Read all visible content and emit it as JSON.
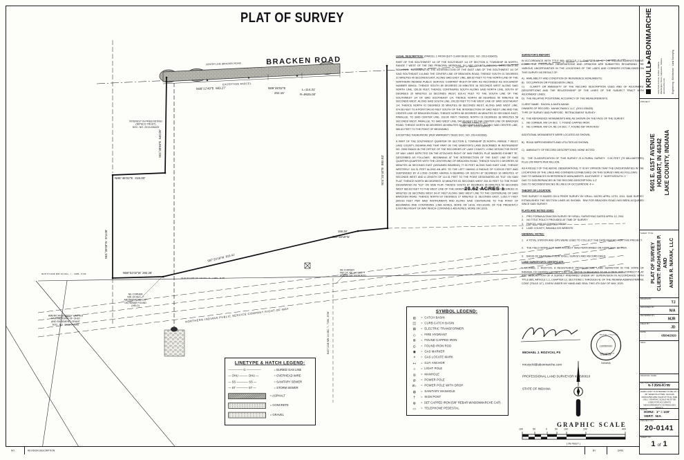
{
  "main_title": "PLAT OF SURVEY",
  "drawing": {
    "road_name": "BRACKEN ROAD",
    "centerline_note": "CENTER LINE (BRACKEN ROAD)",
    "exception_parcel": "EXCEPTION PARCEL",
    "dim_road_west": "N88°12'49\"E  683.27'",
    "dim_road_mid_1": "N89°46'02\"E",
    "dim_road_mid_2": "202.15'",
    "dim_road_curve_1": "L=114.31'",
    "dim_road_curve_2": "R=9925.00'",
    "dim_east_line": "S01°31'40\"E  880.82'",
    "dim_jog_1": "S89°28'18\"W",
    "dim_jog_2": "159.28'",
    "dim_nipsco": "S87°20'18\"W  819.41'",
    "dim_notch_east": "N88°46'02\"E  318.00'",
    "dim_notch_north": "S01°38'58\"E  540.00'",
    "dim_west_line": "N01°35'08\"W  974.08'",
    "dim_south_line": "N88°51'02\"W  292.26'",
    "acreage": "28.62 ACRES ±",
    "owner_note": "NAYAK FAMILY, LLC\nDOC. NO. 2013-036425",
    "interest_note": "INTEREST IN PREEXISTING\n(NIPSCO TRUST)\nDOC. NO. 2013-036425",
    "nipsco_label": "NORTHERN INDIANA PUBLIC SERVICE COMPANY RIGHT-OF-WAY",
    "north_line_label": "NORTH LINE NW 1/4 SEC. 7 - T35N - R7W",
    "south_line_label": "SOUTH LINE SE 1/4 SEC. 6 - T35N - R7W",
    "east_line_label": "EAST LINE NW 1/4 SEC. 7 - T35N - R7W",
    "corner_note_1": "NE CORNER\nNW 1/4 SEC. 7\nABONMARCHE CAP\nON REBAR FOUND\n(HELD)",
    "corner_note_2": "NE CORNER\nNW 1/4, NE 1/4 SEC. 7\nFOUND 5/8\" IRON ROD",
    "easement_note": "AMERICAN ENERGY LIMITED\nPARTNERSHIP OF OHIO\nAND EASEMENT GRANT\nDOC. NO. 2013-044265"
  },
  "legal": {
    "heading": "LEGAL DESCRIPTION:",
    "heading_suffix": "(PARCEL 1 FROM QUIT CLAIM DEED DOC. NO. 2013-036425)",
    "p1": "PART OF THE SOUTHWEST 1/4 OF THE SOUTHEAST 1/4 OF SECTION 6, TOWNSHIP 35 NORTH, RANGE 7 WEST OF THE 2ND PRINCIPAL MERIDIAN, IN LAKE COUNTY, INDIANA, DESCRIBED AS FOLLOWS:  BEGINNING AT THE INTERSECTION OF THE EAST LINE OF THE SOUTHWEST 1/4 OF SAID SOUTHEAST 1/4 AND THE CENTER LINE OF BRACKEN ROAD; THENCE SOUTH 01 DEGREES 31 MINUTES 40 SECONDS EAST, ALONG SAID EAST LINE, 880.82 FEET TO THE NORTH LINE OF THE NORTHERN INDIANA PUBLIC SERVICE COMPANY RIGHT-OF-WAY AS RECORDED AS DOCUMENT NUMBER 659411; THENCE SOUTH 89 DEGREES 28 MINUTES 18 SECONDS WEST ALONG SAID NORTH LINE, 159.28 FEET; THENCE CONTINUING SOUTH ALONG SAID NORTH LINE, SOUTH 87 DEGREES 20 MINUTES 18 SECONDS WEST, 819.41 FEET TO THE SOUTH LINE OF THE SOUTHWEST 1/4 OF SAID SOUTHEAST 1/4; THENCE NORTH 88 DEGREES 50 MINUTES 08 SECONDS WEST, ALONG SAID SOUTH LINE, 293.26 FEET TO THE WEST LINE OF SAID SOUTHEAST 1/4; THENCE NORTH 01 DEGREES 35 MINUTES 08 SECONDS WEST, ALONG SAID WEST LINE, 974.08 FEET TO A POINT 540.00 FEET SOUTH OF THE INTERSECTION OF SAID WEST LINE AND THE CENTER LINE OF BRACKEN ROAD; THENCE NORTH 88 DEGREES 46 MINUTES 02 SECONDS EAST, PARALLEL TO SAID CENTER LINE, 318.00 FEET; THENCE NORTH 01 DEGREES 38 MINUTES 58 SECONDS WEST, PARALLEL TO SAID WEST LINE, 540.00 FEET TO THE CENTER LINE OF BRACKEN ROAD; THENCE NORTH 88 DEGREES 48 MINUTES 02 SECONDS EAST, ALONG SAID CENTER LINE, 980.63 FEET TO THE POINT OF BEGINNING.",
    "p2_intro": "EXCEPTING THEREFROM: (PER WARRANTY DEED DOC. NO. 2014-043396)",
    "p2": "A PART OF THE SOUTHWEST QUARTER OF SECTION 6, TOWNSHIP 35 NORTH, RANGE 7 WEST, LAKE COUNTY, INDIANA AND THAT PART OF THE GRANTOR'S LAND DESCRIBED IN INSTRUMENT NO. 2005 036425 IN THE OFFICE OF THE RECORDER OF LAKE COUNTY, LYING WITHIN THE RIGHT OF WAY LINES DEPICTED ON THE ATTACHED RIGHT OF WAY PARCEL PLAT MARKED EXHIBIT \"B\", DESCRIBED AS FOLLOWS:  BEGINNING AT THE INTERSECTION OF THE EAST LINE OF SAID QUARTER-QUARTER WITH THE CENTERLINE OF BRACKEN ROAD; THENCE SOUTH 0 DEGREES 52 MINUTES 48 SECONDS EAST (ASSUMED BEARING) 77.93 FEET ALONG SAID EAST LINE; THENCE WESTERLY 114.31 FEET ALONG AN ARC TO THE LEFT HAVING A RADIUS OF 9,925.00 FEET AND SUBTENDED BY A LONG CHORD HAVING A BEARING OF SOUTH 87 DEGREES 36 MINUTES 47 SECONDS WEST AND A LENGTH OF 114.31 FEET TO THE POINT DESIGNATED AS \"913\" ON SAID PLAT; THENCE NORTH 88 DEGREES 32 MINUTES 53 SECONDS WEST 202.15 FEET TO THE POINT DESIGNATED AS \"912\" ON SAID PLAT; THENCE SOUTH 87 DEGREES 36 MINUTES 59 SECONDS WEST 683.63 FEET TO THE WEST LINE OF THE GRANTOR'S LAND; THENCE NORTH 0 DEGREES 31 MINUTES 28 SECONDS WEST 64.47 FEET ALONG SAID WEST LINE TO THE CENTERLINE OF SAID BRACKEN ROAD; THENCE NORTH 87 DEGREES 27 MINUTES 11 SECONDS EAST, 1,062.77 FEET (999.83 FEET PER SAID INSTRUMENT) AND ALONG SAID CENTERLINE TO THE POINT OF BEGINNING AND CONTAINING 1.586 ACRES, MORE OR LESS, INCLUSIVE OF THE PRESENTLY EXISTING RIGHT OF WAY WHICH CONTAINS 0.469 ACRES, MORE OR LESS."
  },
  "report": {
    "heading": "SURVEYOR'S REPORT:",
    "intro": "IN ACCORDANCE WITH TITLE 865, ARTICLE 1.1, CHAPTER 12, OF THE INDIANA ADMINISTRATIVE CODE, THE FOLLOWING OBSERVATIONS AND OPINIONS ARE SUBMITTED REGARDING THE VARIOUS UNCERTAINTIES IN THE LOCATIONS OF THE LINES AND CORNERS ESTABLISHED ON THIS SURVEY AS RESULT OF:",
    "items": "A)   AVAILABILITY AND CONDITION OF REFERENCE MONUMENTS;\nB)   OCCUPATION OR POSSESSION LINES;\nC)   CLARITY OR AMBIGUITY OF THE RECORD DESCRIPTION USED AND OF ADJOINERS' DESCRIPTIONS AND THE RELATIONSHIP OF THE LINES OF THE SUBJECT TRACT WITH ADJOINERS' LINES;\nD)   THE RELATIVE POSITIONAL ACCURACY OF THE MEASUREMENTS.",
    "client": "CLIENT NAME:  RAGHU & ANITA NAYAK\nOWNERS OF RECORD:  NAYAK FAMILY, LLC  (2013-036425)\nTYPE OF SURVEY AND PURPOSE:  RETRACEMENT SURVEY",
    "findings": "A)   THE REFERENCE MONUMENTS ARE AS SHOWN ON THE FACE OF THE SURVEY.\n1.    NE CORNER, NW 1/4 SEC. 7, FOUND CAPPED IRON\n2.    NE CORNER, NW 1/4, NE 1/4 SEC. 7, FOUND 5/8\" IRON ROD\n\nADDITIONAL MONUMENTS WERE LOCATED AS SHOWN.\n\nB)   ROAD IMPROVEMENTS AND UTILITIES AS SHOWN.\n\nC)   AMBIGUITY OF RECORD DESCRIPTIONS: NONE NOTED\n\nD)   THE CLASSIFICATION OF THIS SURVEY IS A RURAL SURVEY:  0.26 FEET (79 MILLIMETERS) PLUS 200 PARTS PER MILLION.",
    "opinion": "AS A RESULT OF THE ABOVE OBSERVATIONS, IT IS MY OPINION THAT THE UNCERTAINTIES IN THE LOCATIONS OF THE LINES AND CORNERS ESTABLISHED ON THIS SURVEY ARE AS FOLLOWS:\nDUE TO VARIANCES IN REFERENCE MONUMENTS: EAST/WEST: 1'  NORTH/SOUTH: 1'\nDUE TO DISCREPANCIES IN THE RECORD DESCRIPTION: 0.2'\nDUE TO INCONSISTENCIES IN LINES OF OCCUPATION: 4'+/-",
    "theory_heading": "THEORY OF LOCATION:",
    "theory": "THIS SURVEY IS BASED ON A PRIOR SURVEY BY KRULL DATED APRIL 12TH, 2011. SAID SURVEY ESTABLISHED THE SECTION LINES AS SHOWN.  R/W FOR BRACKEN ROAD HAS BEEN ACQUIRED SINCE SAID SURVEY.",
    "plats_heading": "PLATS AND NOTES USED:",
    "plats": "1.    PRO FORMA ALTA/ACSM SURVEY BY KRULL SURVEYING DATED APRIL 12, 2011\n2.    NO TITLE POLICY PROVIDED AT TIME OF SURVEY\n3.    PARCEL AND ADJOINING DEEDS\n4.    LAKE COUNTY, INDIANA GIS WEBSITE",
    "notes_heading": "GENERAL NOTES:",
    "notes": "1.    A TOTAL STATION AND GPS WERE USED TO COLLECT THE DATA NEEDED FOR THIS PROJECT.\n\n2.    THE FIELD WORK FOR THIS PROJECT WAS PERFORMED ON FEBRUARY 10, 2020.\n\n3.    BASIS OF BEARING: PRIOR KRULL SURVEY AND RECORD DEED.",
    "cert_heading": "LAND SURVEYOR'S CERTIFICATE:",
    "cert": "I, MICHAEL J. ROZYCKI, A REGISTERED PROFESSIONAL LAND SURVEYOR IN THE STATE OF INDIANA, DO HEREBY CERTIFY THAT THE ABOVE IS BELIEVED TO BE A TRUE AND CORRECT PLAT AND DESCRIPTION OF A SURVEY PREPARED UNDER MY SUPERVISION IN ACCORDANCE WITH TITLE 865, ARTICLE 1.1, CHAPTER 12, SECTIONS 1 THROUGH 41 OF THE INDIANA ADMINISTRATIVE CODE (\"RULE 12\"), GIVEN UNDER MY HAND AND SEAL THIS 4TH DAY OF MAY, 2020."
  },
  "signature": {
    "name": "MICHAEL J. ROZYCKI, PS",
    "email": "mrozycki@abonmarche.com",
    "license": "PROFESSIONAL LAND SURVEYOR #20500010",
    "state": "STATE OF INDIANA",
    "seal_line1": "MICHAEL J. ROZYCKI",
    "seal_line2": "LS20500010",
    "seal_line3": "STATE OF",
    "seal_line4": "INDIANA",
    "seal_line5": "LAND SURVEYOR"
  },
  "symbol_legend": {
    "title": "SYMBOL LEGEND:",
    "items": [
      {
        "glyph": "⊞",
        "label": "=  CATCH BASIN"
      },
      {
        "glyph": "◫",
        "label": "=  CURB CATCH BASIN"
      },
      {
        "glyph": "⊠",
        "label": "=  ELECTRIC TRANSFORMER"
      },
      {
        "glyph": "◇",
        "label": "=  FIRE HYDRANT"
      },
      {
        "glyph": "⊕",
        "label": "=  FOUND CAPPED IRON"
      },
      {
        "glyph": "⊙",
        "label": "=  FOUND IRON ROD"
      },
      {
        "glyph": "◉",
        "label": "=  GAS MARKER"
      },
      {
        "glyph": "×",
        "label": "=  GAS LOCATE MARK"
      },
      {
        "glyph": "↤",
        "label": "=  GUY ANCHOR"
      },
      {
        "glyph": "☼",
        "label": "=  LIGHT POLE"
      },
      {
        "glyph": "◎",
        "label": "=  MANHOLE"
      },
      {
        "glyph": "⊘",
        "label": "=  POWER POLE"
      },
      {
        "glyph": "⊘↓",
        "label": "=  POWER POLE WITH DROP"
      },
      {
        "glyph": "◍",
        "label": "=  SANITARY MANHOLE"
      },
      {
        "glyph": "†",
        "label": "=  SIGN POST"
      },
      {
        "glyph": "⊛",
        "label": "=  SET CAPPED IRON (5/8\" REBAR W/ABONMARCHE CAP)"
      },
      {
        "glyph": "▭",
        "label": "=  TELEPHONE PEDESTAL"
      }
    ]
  },
  "linetype_legend": {
    "title": "LINETYPE & HATCH LEGEND:",
    "lines": [
      {
        "sample": "————— G —————",
        "label": "=  BURIED GAS LINE"
      },
      {
        "sample": "— OHU ——— OHU —",
        "label": "=  OVERHEAD WIRE"
      },
      {
        "sample": "— SS ———— SS —",
        "label": "=  SANITARY SEWER"
      },
      {
        "sample": "— ST ———— ST —",
        "label": "=  STORM SEWER"
      }
    ],
    "hatches": [
      {
        "label": "=  ASPHALT"
      },
      {
        "label": "=  CONCRETE"
      },
      {
        "label": "=  GRAVEL"
      }
    ]
  },
  "graphic_scale": {
    "title": "GRAPHIC SCALE",
    "ticks": [
      "100",
      "50",
      "0",
      "50",
      "100",
      "200",
      "400"
    ],
    "unit_note": "( IN FEET )",
    "ratio_note": "1 inch = 100 ft."
  },
  "titleblock": {
    "brand": "KRULL▸ABONMARCHE",
    "brand_sub": "Lake Park Avenue, Hobart, Indiana\nWashington Street, Valparaiso, Indiana\nabonmarche.com",
    "tagline": "Engineering · Architecture · Land Surveying",
    "project_label": "PROJECT:",
    "project_address": "5601 E. 61ST AVENUE\nHOBART, IN 46342\nLAKE COUNTY, INDIANA",
    "sheet_title_label": "SHEET TITLE:",
    "sheet_title": "PLAT OF SURVEY\nCLIENT: RAGHUVEER P. AND\nANITA R. NAYAK, LLC",
    "fields": [
      {
        "label": "DRAWN BY:",
        "value": "TJ"
      },
      {
        "label": "DESIGNED BY:",
        "value": "N/A"
      },
      {
        "label": "REVIEWED BY:",
        "value": "MJR"
      },
      {
        "label": "FIELD BY:",
        "value": "JD"
      },
      {
        "label": "DATE:",
        "value": "05/04/2020"
      }
    ],
    "seal_label": "SEAL:",
    "drawing_name_label": "DRAWING NAME:",
    "str_label": "SECTION-TOWNSHIP-RANGE:",
    "str_value": "6-T35N-R7W",
    "plot_note": "HARD COPY IS INTENDED TO BE 24\" x 36\" WHEN PLOTTED. SCALES INDICATED ARE VALID AT FULL SIZE ONLY. GRAPHIC SCALE MUST BE USED FOR ACCURATE MEASUREMENTS ON REDUCED PRINTS.",
    "scale_label": "SCALE:",
    "scale_horz": "HORZ:  1\" = 100'",
    "scale_vert": "VERT:  N/A",
    "project_no_label": "PROJECT NO.",
    "project_no": "20-0141",
    "sheet_no_label": "SHEET NO.",
    "sheet_current": "1",
    "sheet_of": "of",
    "sheet_total": "1"
  },
  "revisions": {
    "no_label": "NO.",
    "desc_label": "REVISION DESCRIPTION",
    "by_label": "BY",
    "date_label": "DATE"
  }
}
